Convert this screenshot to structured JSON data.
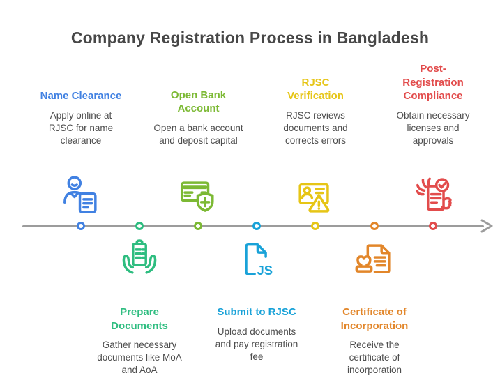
{
  "title": "Company Registration Process in Bangladesh",
  "title_color": "#474747",
  "description_color": "#4d4d4d",
  "timeline": {
    "line_color": "#9c9c9c",
    "arrow_direction": "right"
  },
  "steps": [
    {
      "order": 1,
      "position": "top",
      "label": "Name Clearance",
      "description": "Apply online at RJSC for name clearance",
      "color": "#4181e2",
      "icon": "person-document-icon"
    },
    {
      "order": 2,
      "position": "bottom",
      "label": "Prepare Documents",
      "description": "Gather necessary documents like MoA and AoA",
      "color": "#2ebd80",
      "icon": "hands-clipboard-icon"
    },
    {
      "order": 3,
      "position": "top",
      "label": "Open Bank Account",
      "description": "Open a bank account and deposit capital",
      "color": "#7cb934",
      "icon": "card-shield-icon"
    },
    {
      "order": 4,
      "position": "bottom",
      "label": "Submit to RJSC",
      "description": "Upload documents and pay registration fee",
      "color": "#19a2d8",
      "icon": "file-js-icon"
    },
    {
      "order": 5,
      "position": "top",
      "label": "RJSC Verification",
      "description": "RJSC reviews documents and corrects errors",
      "color": "#e6c516",
      "icon": "idcard-warning-icon"
    },
    {
      "order": 6,
      "position": "bottom",
      "label": "Certificate of Incorporation",
      "description": "Receive the certificate of incorporation",
      "color": "#e2862a",
      "icon": "stamp-document-icon"
    },
    {
      "order": 7,
      "position": "top",
      "label": "Post-Registration Compliance",
      "description": "Obtain necessary licenses and approvals",
      "color": "#e24c4c",
      "icon": "document-check-hands-icon"
    }
  ]
}
